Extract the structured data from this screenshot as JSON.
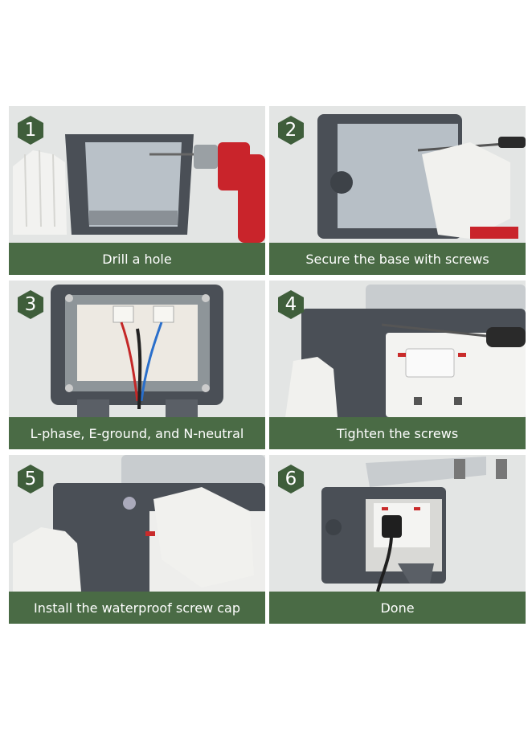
{
  "steps": [
    {
      "number": "1",
      "caption": "Drill a hole"
    },
    {
      "number": "2",
      "caption": "Secure the base with screws"
    },
    {
      "number": "3",
      "caption": "L-phase, E-ground, and N-neutral"
    },
    {
      "number": "4",
      "caption": "Tighten the screws"
    },
    {
      "number": "5",
      "caption": "Install the waterproof screw cap"
    },
    {
      "number": "6",
      "caption": "Done"
    }
  ],
  "colors": {
    "caption_bg": "#4a6b45",
    "badge_bg": "#3f5e3b",
    "wall": "#dcdedd",
    "box": "#4a4f56"
  }
}
